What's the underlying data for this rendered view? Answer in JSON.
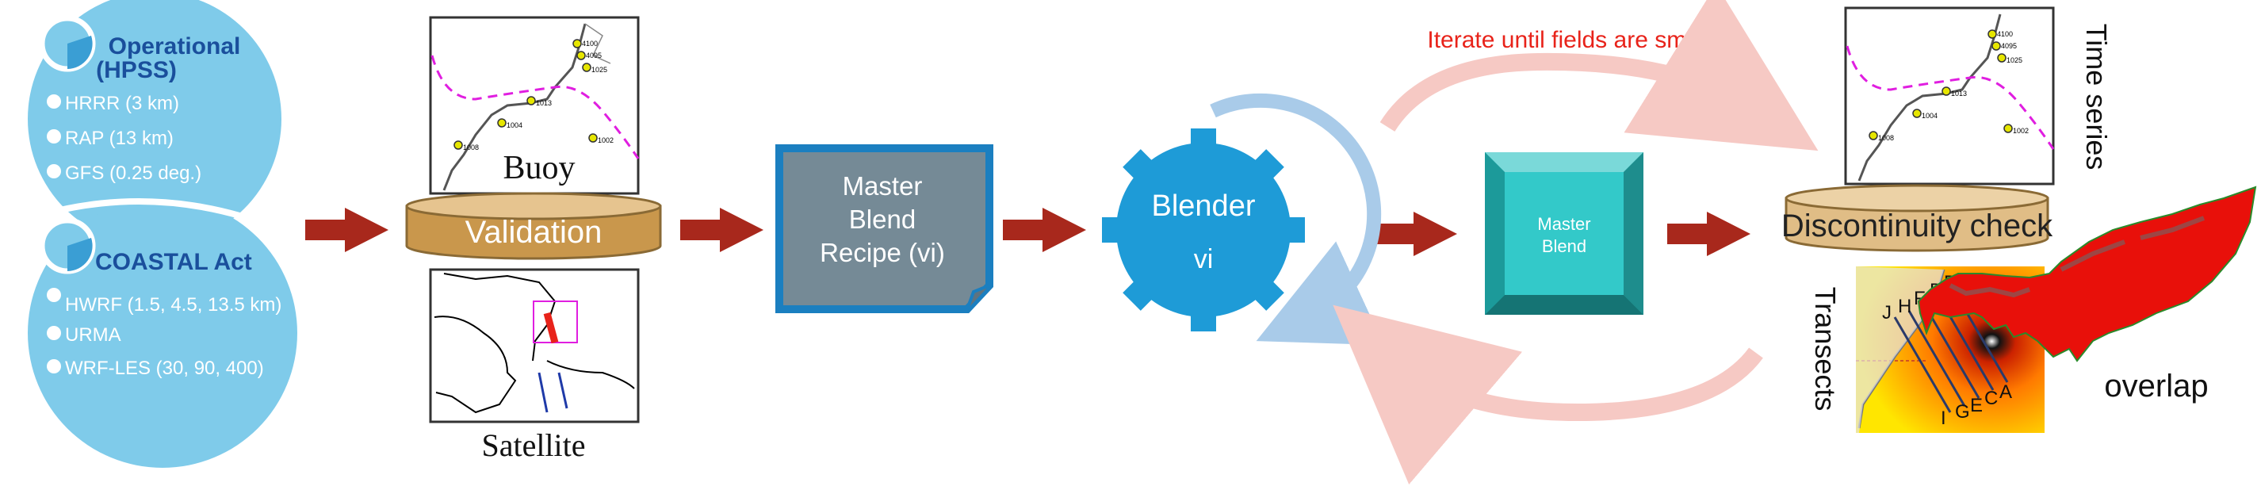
{
  "sources": {
    "operational": {
      "title_line1": "Operational",
      "title_line2": "(HPSS)",
      "items": [
        "HRRR (3 km)",
        "RAP (13 km)",
        "GFS (0.25 deg.)"
      ]
    },
    "coastal": {
      "title": "COASTAL Act",
      "items": [
        "HWRF (1.5, 4.5, 13.5 km)",
        "URMA",
        "WRF-LES (30, 90, 400)"
      ]
    }
  },
  "validation": {
    "label": "Validation",
    "buoy_label": "Buoy",
    "satellite_label": "Satellite",
    "buoy_ids": [
      "4100",
      "4095",
      "1025",
      "1013",
      "1004",
      "1008",
      "1002"
    ]
  },
  "recipe": {
    "line1": "Master",
    "line2": "Blend",
    "line3": "Recipe (vi)"
  },
  "blender": {
    "line1": "Blender",
    "line2": "vi"
  },
  "master_blend": {
    "line1": "Master",
    "line2": "Blend"
  },
  "iterate_label": "Iterate until fields are smooth",
  "discontinuity": {
    "label": "Discontinuity check",
    "time_series_label": "Time series",
    "transects_label": "Transects",
    "overlap_label": "overlap",
    "transect_letters": [
      "J",
      "H",
      "F",
      "D",
      "B",
      "I",
      "G",
      "E",
      "C",
      "A"
    ]
  },
  "colors": {
    "bubble": "#7fcbea",
    "bubble_title": "#1a4f9c",
    "arrow": "#a8281c",
    "cylinder": "#c9974c",
    "recipe": "#758a96",
    "gear": "#1e9bd7",
    "blend_box": "#2bbdbd",
    "iterate_text": "#e8231a"
  }
}
